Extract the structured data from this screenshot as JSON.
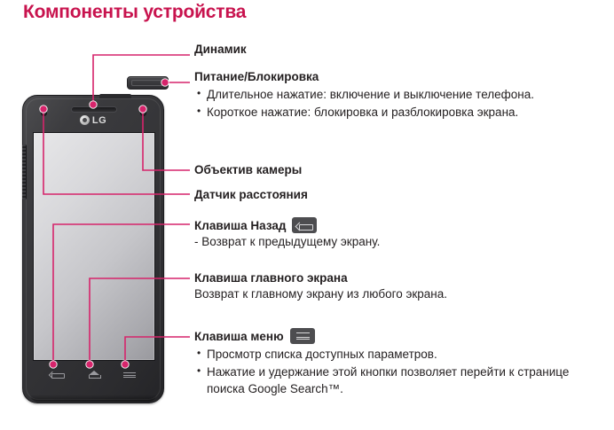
{
  "page": {
    "title": "Компоненты устройства",
    "accent_color": "#c8134e",
    "text_color": "#231f20"
  },
  "device": {
    "brand_logo": "LG",
    "logo_mark_icon": "lg-circle-logo-icon",
    "speaker_grille_icon": "speaker-grille-icon",
    "proximity_sensor_icon": "proximity-sensor-dot-icon",
    "camera_lens_icon": "camera-lens-dot-icon",
    "volume_rocker_icon": "volume-rocker-icon",
    "power_button_icon": "power-lock-button-icon",
    "nav_keys": [
      {
        "name": "back-key",
        "icon": "back-arrow-icon"
      },
      {
        "name": "home-key",
        "icon": "home-icon"
      },
      {
        "name": "menu-key",
        "icon": "menu-hamburger-icon"
      }
    ]
  },
  "labels": [
    {
      "id": "speaker",
      "heading": "Динамик",
      "icon": null,
      "lines": [],
      "bullets": []
    },
    {
      "id": "power-lock",
      "heading": "Питание/Блокировка",
      "icon": null,
      "lines": [],
      "bullets": [
        "Длительное нажатие: включение и выключение телефона.",
        "Короткое нажатие: блокировка и разблокировка экрана."
      ]
    },
    {
      "id": "camera-lens",
      "heading": "Объектив камеры",
      "icon": null,
      "lines": [],
      "bullets": []
    },
    {
      "id": "proximity-sensor",
      "heading": "Датчик расстояния",
      "icon": null,
      "lines": [],
      "bullets": []
    },
    {
      "id": "back-key",
      "heading": "Клавиша Назад",
      "icon": "back-arrow-icon",
      "lines": [
        "- Возврат к предыдущему экрану."
      ],
      "bullets": []
    },
    {
      "id": "home-key",
      "heading": "Клавиша главного экрана",
      "icon": null,
      "lines": [
        "Возврат к главному экрану из любого экрана."
      ],
      "bullets": []
    },
    {
      "id": "menu-key",
      "heading": "Клавиша меню",
      "icon": "menu-hamburger-icon",
      "lines": [],
      "bullets": [
        "Просмотр списка доступных параметров.",
        "Нажатие и удержание этой кнопки позволяет перейти к странице поиска Google Search™."
      ]
    }
  ]
}
